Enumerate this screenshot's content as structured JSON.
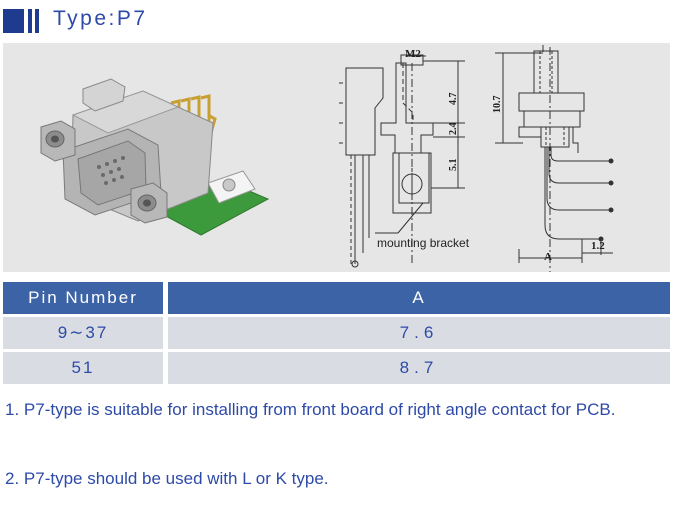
{
  "header": {
    "title": "Type:P7"
  },
  "figure": {
    "dimension_labels": {
      "m2": "M2",
      "d47": "4.7",
      "d24": "2.4",
      "d51": "5.1",
      "d107": "10.7",
      "a": "A",
      "d12": "1.2"
    },
    "mounting_label": "mounting bracket"
  },
  "table": {
    "headers": [
      "Pin Number",
      "A"
    ],
    "rows": [
      [
        "9∼37",
        "7.6"
      ],
      [
        "51",
        "8.7"
      ]
    ]
  },
  "notes": [
    "1. P7-type  is suitable for installing from front board of right angle contact for PCB.",
    "2. P7-type  should  be  used  with  L or K  type."
  ]
}
